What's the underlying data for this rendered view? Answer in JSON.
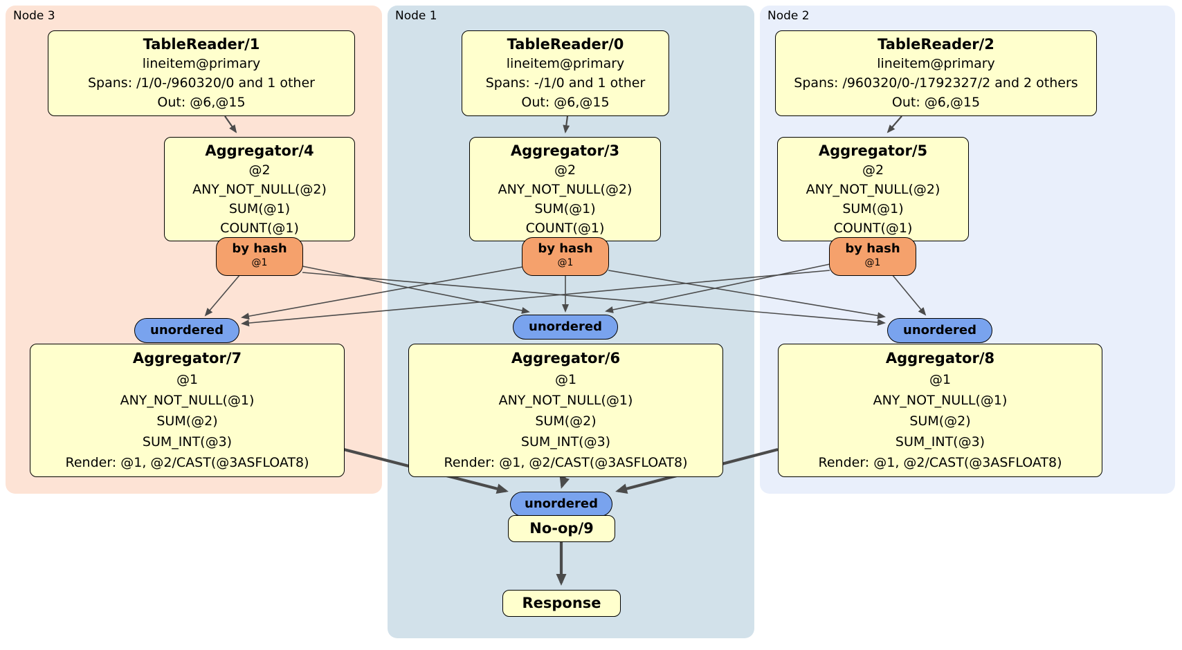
{
  "regions": [
    {
      "id": "node3",
      "label": "Node 3"
    },
    {
      "id": "node1",
      "label": "Node 1"
    },
    {
      "id": "node2",
      "label": "Node 2"
    }
  ],
  "processors": {
    "tr1": {
      "title": "TableReader/1",
      "lines": [
        "lineitem@primary",
        "Spans: /1/0-/960320/0 and 1 other",
        "Out: @6,@15"
      ]
    },
    "tr0": {
      "title": "TableReader/0",
      "lines": [
        "lineitem@primary",
        "Spans: -/1/0 and 1 other",
        "Out: @6,@15"
      ]
    },
    "tr2": {
      "title": "TableReader/2",
      "lines": [
        "lineitem@primary",
        "Spans: /960320/0-/1792327/2 and 2 others",
        "Out: @6,@15"
      ]
    },
    "agg4": {
      "title": "Aggregator/4",
      "lines": [
        "@2",
        "ANY_NOT_NULL(@2)",
        "SUM(@1)",
        "COUNT(@1)"
      ]
    },
    "agg3": {
      "title": "Aggregator/3",
      "lines": [
        "@2",
        "ANY_NOT_NULL(@2)",
        "SUM(@1)",
        "COUNT(@1)"
      ]
    },
    "agg5": {
      "title": "Aggregator/5",
      "lines": [
        "@2",
        "ANY_NOT_NULL(@2)",
        "SUM(@1)",
        "COUNT(@1)"
      ]
    },
    "agg7": {
      "title": "Aggregator/7",
      "lines": [
        "@1",
        "ANY_NOT_NULL(@1)",
        "SUM(@2)",
        "SUM_INT(@3)",
        "Render: @1, @2/CAST(@3ASFLOAT8)"
      ]
    },
    "agg6": {
      "title": "Aggregator/6",
      "lines": [
        "@1",
        "ANY_NOT_NULL(@1)",
        "SUM(@2)",
        "SUM_INT(@3)",
        "Render: @1, @2/CAST(@3ASFLOAT8)"
      ]
    },
    "agg8": {
      "title": "Aggregator/8",
      "lines": [
        "@1",
        "ANY_NOT_NULL(@1)",
        "SUM(@2)",
        "SUM_INT(@3)",
        "Render: @1, @2/CAST(@3ASFLOAT8)"
      ]
    },
    "noop": {
      "title": "No-op/9"
    },
    "response": {
      "title": "Response"
    }
  },
  "badges": {
    "by_hash": {
      "label": "by hash",
      "sub": "@1"
    },
    "unordered": {
      "label": "unordered"
    }
  },
  "colors": {
    "node3_bg": "#FDE3D5",
    "node1_bg": "#D2E1EA",
    "node2_bg": "#E9EFFB",
    "box_bg": "#FFFFCD",
    "hash_badge_bg": "#F5A16C",
    "unordered_badge_bg": "#79A3EE",
    "edge": "#4B4B4B"
  }
}
